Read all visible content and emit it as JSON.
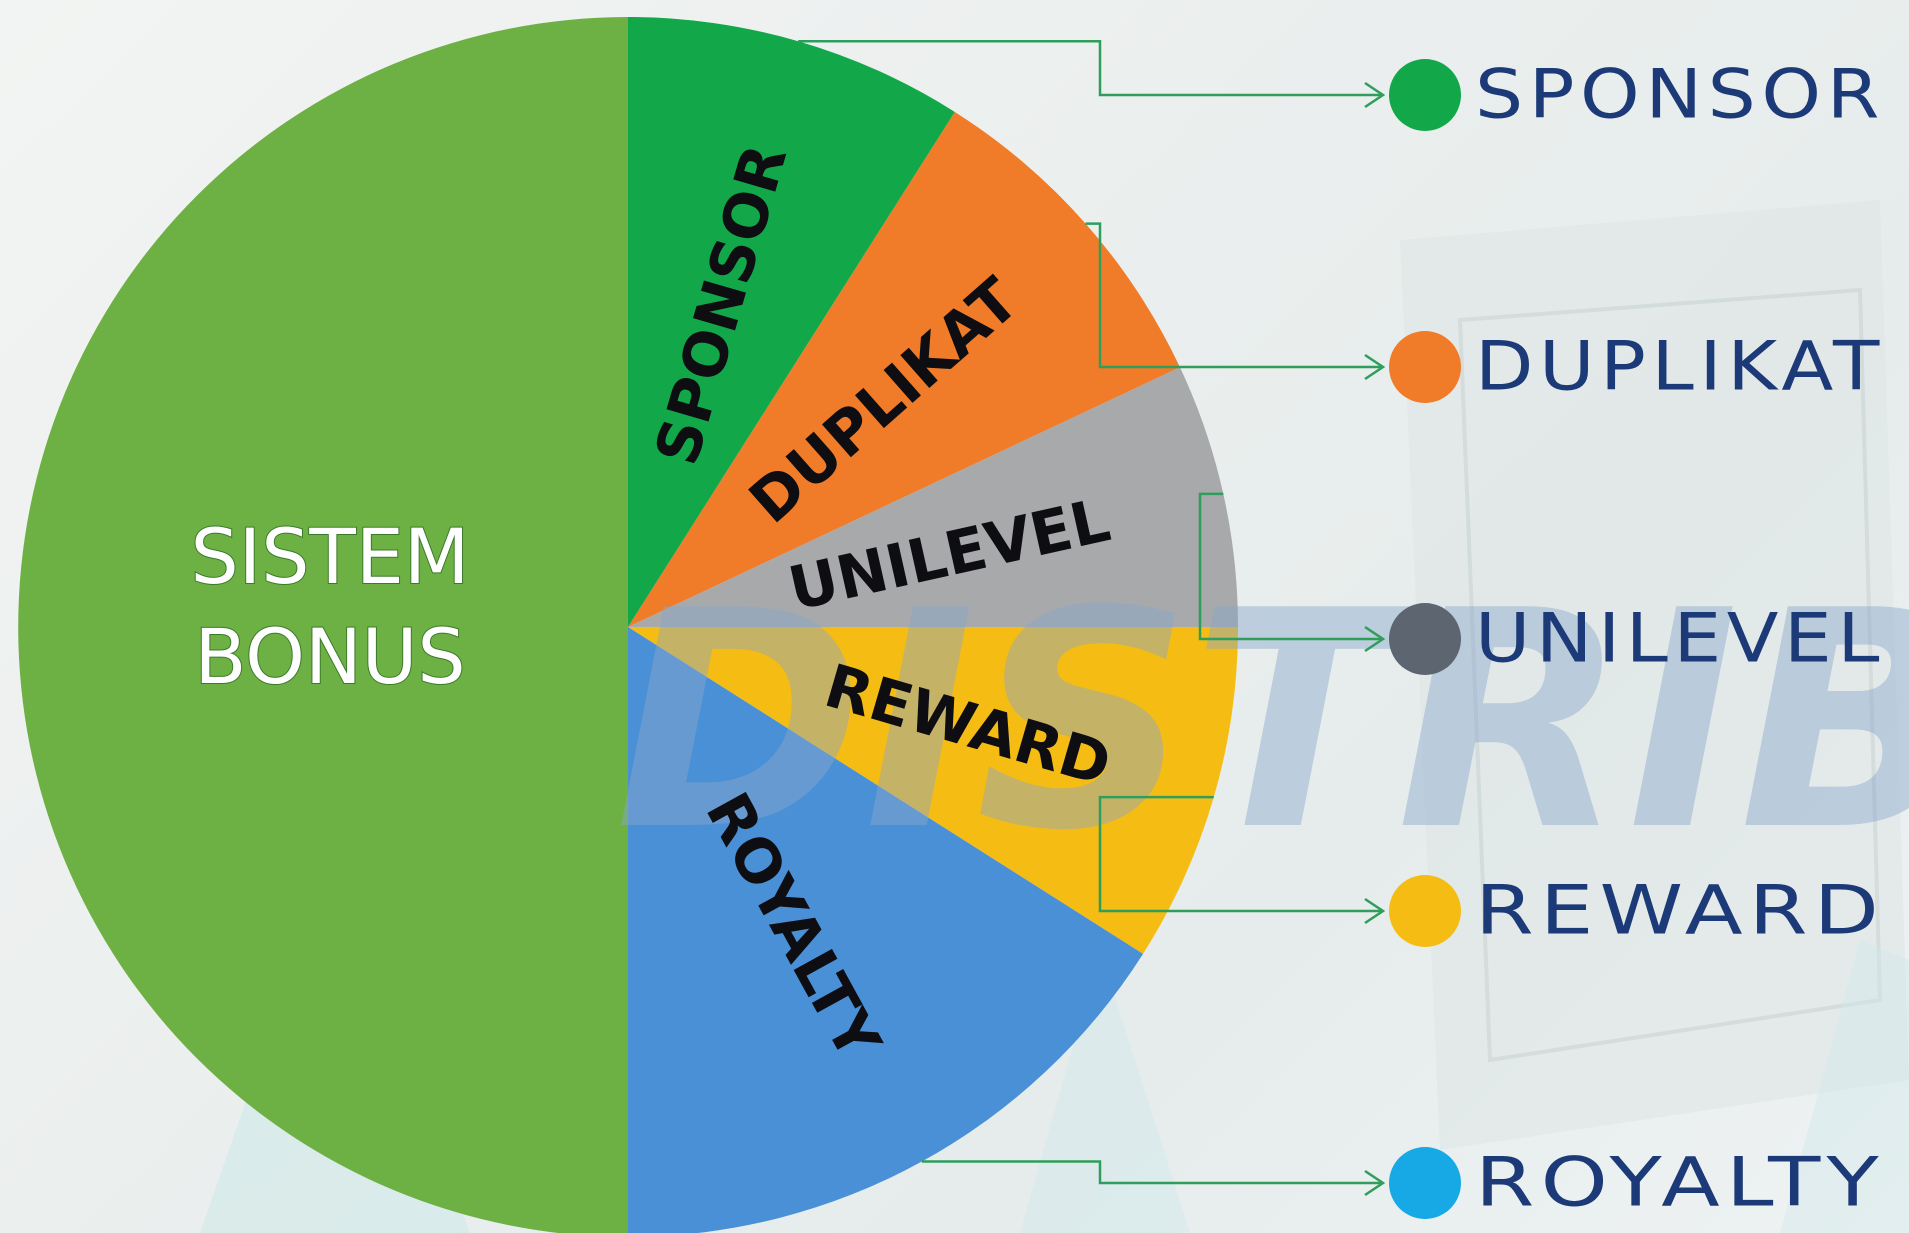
{
  "chart_data": {
    "type": "pie",
    "center_label_lines": [
      "SISTEM",
      "BONUS"
    ],
    "categories": [
      "SPONSOR",
      "DUPLIKAT",
      "UNILEVEL",
      "REWARD",
      "ROYALTY"
    ],
    "values": [
      9,
      9,
      7,
      9,
      16
    ],
    "remainder_value": 50,
    "colors": {
      "center": "#6db043",
      "SPONSOR": "#12a84a",
      "DUPLIKAT": "#f07b28",
      "UNILEVEL": "#a7a9ab",
      "REWARD": "#f5bc14",
      "ROYALTY": "#4a90d6"
    },
    "legend": {
      "placement": "right",
      "entries": [
        {
          "label": "SPONSOR",
          "color": "#12a84a"
        },
        {
          "label": "DUPLIKAT",
          "color": "#f07b28"
        },
        {
          "label": "UNILEVEL",
          "color": "#5d6570"
        },
        {
          "label": "REWARD",
          "color": "#f5bc14"
        },
        {
          "label": "ROYALTY",
          "color": "#17a8e6"
        }
      ]
    },
    "watermark": "DISTRIBUT"
  }
}
